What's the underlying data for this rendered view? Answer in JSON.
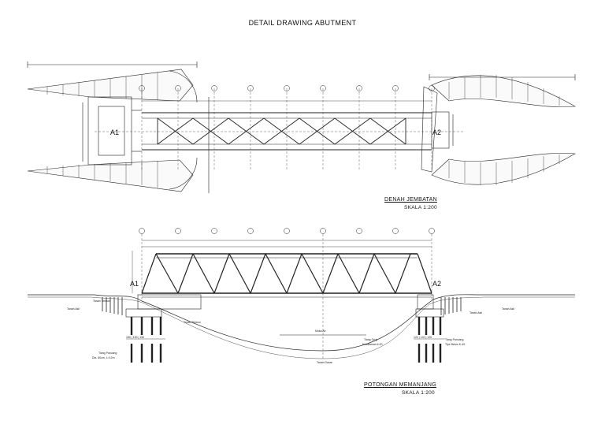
{
  "title": "DETAIL DRAWING ABUTMENT",
  "plan": {
    "caption": "DENAH JEMBATAN",
    "scale": "SKALA 1:200",
    "abutment_left": "A1",
    "abutment_right": "A2"
  },
  "section": {
    "caption": "POTONGAN MEMANJANG",
    "scale": "SKALA 1:200",
    "abutment_left": "A1",
    "abutment_right": "A2",
    "notes": {
      "tanah_asli_l": "Tanah Asli",
      "tanah_timbun": "Tanah Timbun",
      "tanah_timbun2": "Tanah Timbun",
      "tanah_asli_r": "Tanah Asli",
      "tanah_asli_r2": "Tanah Asli",
      "muka_air": "Muka Air",
      "tanah_dasar": "Tanah Dasar",
      "tiang_left": "Tiang Pancang",
      "tiang_left_spec": "Dia. 60cm, L=12m",
      "tiang_mid": "Tiang Grup",
      "tiang_mid_spec": "Kedalaman 6.00",
      "tiang_right": "Tiang Pancang",
      "tiang_right_spec": "Tipe Beton K-40",
      "dim_left": "150 | 150 | 150",
      "dim_right": "120 | 120 | 120"
    }
  }
}
